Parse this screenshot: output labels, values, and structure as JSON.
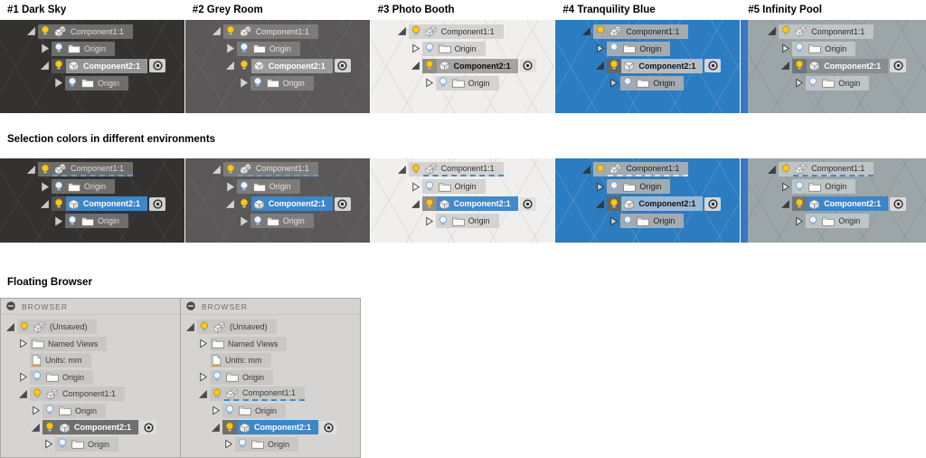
{
  "colors": {
    "selection_blue": "#3d86c8",
    "highlight_dash_blue": "#4f93d8",
    "active_component_grey": "#6f6f6f",
    "env_backgrounds": {
      "dark_sky": "#343231",
      "grey_room": "#5a5858",
      "photo_booth": "#f0efed",
      "tranquility_blue": "#2b7cc1",
      "infinity_pool": "#9ca5a7",
      "infinity_pool_strip": "#3879bd",
      "floating_browser": "#d5d4d2"
    }
  },
  "sections": [
    {
      "name": "environments",
      "panels": [
        {
          "title": "#1 Dark Sky",
          "env": "dark-sky",
          "tree": [
            {
              "depth": 0,
              "expand": "expanded",
              "bulb": "yellow",
              "icon": "component",
              "label": "Component1:1",
              "state": "normal",
              "radio": false
            },
            {
              "depth": 1,
              "expand": "collapsed",
              "bulb": "blue",
              "icon": "folder",
              "label": "Origin",
              "state": "normal",
              "radio": false
            },
            {
              "depth": 1,
              "expand": "expanded",
              "bulb": "yellow",
              "icon": "cube",
              "label": "Component2:1",
              "state": "active",
              "radio": true
            },
            {
              "depth": 2,
              "expand": "collapsed",
              "bulb": "blue",
              "icon": "folder",
              "label": "Origin",
              "state": "normal",
              "radio": false
            }
          ]
        },
        {
          "title": "#2 Grey Room",
          "env": "grey-room",
          "tree": [
            {
              "depth": 0,
              "expand": "expanded",
              "bulb": "yellow",
              "icon": "component",
              "label": "Component1:1",
              "state": "normal",
              "radio": false
            },
            {
              "depth": 1,
              "expand": "collapsed",
              "bulb": "blue",
              "icon": "folder",
              "label": "Origin",
              "state": "normal",
              "radio": false
            },
            {
              "depth": 1,
              "expand": "expanded",
              "bulb": "yellow",
              "icon": "cube",
              "label": "Component2:1",
              "state": "active",
              "radio": true
            },
            {
              "depth": 2,
              "expand": "collapsed",
              "bulb": "blue",
              "icon": "folder",
              "label": "Origin",
              "state": "normal",
              "radio": false
            }
          ]
        },
        {
          "title": "#3 Photo Booth",
          "env": "photo-booth",
          "tree": [
            {
              "depth": 0,
              "expand": "expanded",
              "bulb": "yellow",
              "icon": "component",
              "label": "Component1:1",
              "state": "normal",
              "radio": false
            },
            {
              "depth": 1,
              "expand": "collapsed",
              "bulb": "blue",
              "icon": "folder",
              "label": "Origin",
              "state": "normal",
              "radio": false
            },
            {
              "depth": 1,
              "expand": "expanded",
              "bulb": "yellow",
              "icon": "cube",
              "label": "Component2:1",
              "state": "active",
              "radio": true
            },
            {
              "depth": 2,
              "expand": "collapsed",
              "bulb": "blue",
              "icon": "folder",
              "label": "Origin",
              "state": "normal",
              "radio": false
            }
          ]
        },
        {
          "title": "#4 Tranquility Blue",
          "env": "tranquility-blue",
          "tree": [
            {
              "depth": 0,
              "expand": "expanded",
              "bulb": "yellow",
              "icon": "component",
              "label": "Component1:1",
              "state": "normal",
              "radio": false
            },
            {
              "depth": 1,
              "expand": "collapsed",
              "bulb": "blue",
              "icon": "folder",
              "label": "Origin",
              "state": "normal",
              "radio": false
            },
            {
              "depth": 1,
              "expand": "expanded",
              "bulb": "yellow",
              "icon": "cube",
              "label": "Component2:1",
              "state": "active",
              "radio": true
            },
            {
              "depth": 2,
              "expand": "collapsed",
              "bulb": "blue",
              "icon": "folder",
              "label": "Origin",
              "state": "normal",
              "radio": false
            }
          ]
        },
        {
          "title": "#5 Infinity Pool",
          "env": "infinity-pool",
          "tree": [
            {
              "depth": 0,
              "expand": "expanded",
              "bulb": "yellow",
              "icon": "component",
              "label": "Component1:1",
              "state": "normal",
              "radio": false
            },
            {
              "depth": 1,
              "expand": "collapsed",
              "bulb": "blue",
              "icon": "folder",
              "label": "Origin",
              "state": "normal",
              "radio": false
            },
            {
              "depth": 1,
              "expand": "expanded",
              "bulb": "yellow",
              "icon": "cube",
              "label": "Component2:1",
              "state": "active",
              "radio": true
            },
            {
              "depth": 2,
              "expand": "collapsed",
              "bulb": "blue",
              "icon": "folder",
              "label": "Origin",
              "state": "normal",
              "radio": false
            }
          ]
        }
      ]
    },
    {
      "name": "selection",
      "heading": "Selection colors in different environments",
      "panels": [
        {
          "env": "dark-sky",
          "tree": [
            {
              "depth": 0,
              "expand": "expanded",
              "bulb": "yellow",
              "icon": "component",
              "label": "Component1:1",
              "state": "highlight",
              "radio": false
            },
            {
              "depth": 1,
              "expand": "collapsed",
              "bulb": "blue",
              "icon": "folder",
              "label": "Origin",
              "state": "normal",
              "radio": false
            },
            {
              "depth": 1,
              "expand": "expanded",
              "bulb": "yellow",
              "icon": "cube",
              "label": "Component2:1",
              "state": "selected",
              "radio": true
            },
            {
              "depth": 2,
              "expand": "collapsed",
              "bulb": "blue",
              "icon": "folder",
              "label": "Origin",
              "state": "normal",
              "radio": false
            }
          ]
        },
        {
          "env": "grey-room",
          "tree": [
            {
              "depth": 0,
              "expand": "expanded",
              "bulb": "yellow",
              "icon": "component",
              "label": "Component1:1",
              "state": "highlight",
              "radio": false
            },
            {
              "depth": 1,
              "expand": "collapsed",
              "bulb": "blue",
              "icon": "folder",
              "label": "Origin",
              "state": "normal",
              "radio": false
            },
            {
              "depth": 1,
              "expand": "expanded",
              "bulb": "yellow",
              "icon": "cube",
              "label": "Component2:1",
              "state": "selected",
              "radio": true
            },
            {
              "depth": 2,
              "expand": "collapsed",
              "bulb": "blue",
              "icon": "folder",
              "label": "Origin",
              "state": "normal",
              "radio": false
            }
          ]
        },
        {
          "env": "photo-booth",
          "tree": [
            {
              "depth": 0,
              "expand": "expanded",
              "bulb": "yellow",
              "icon": "component",
              "label": "Component1:1",
              "state": "highlight",
              "radio": false
            },
            {
              "depth": 1,
              "expand": "collapsed",
              "bulb": "blue",
              "icon": "folder",
              "label": "Origin",
              "state": "normal",
              "radio": false
            },
            {
              "depth": 1,
              "expand": "expanded",
              "bulb": "yellow",
              "icon": "cube",
              "label": "Component2:1",
              "state": "selected",
              "radio": true
            },
            {
              "depth": 2,
              "expand": "collapsed",
              "bulb": "blue",
              "icon": "folder",
              "label": "Origin",
              "state": "normal",
              "radio": false
            }
          ]
        },
        {
          "env": "tranquility-blue",
          "tree": [
            {
              "depth": 0,
              "expand": "expanded",
              "bulb": "yellow",
              "icon": "component",
              "label": "Component1:1",
              "state": "highlight",
              "radio": false
            },
            {
              "depth": 1,
              "expand": "collapsed",
              "bulb": "blue",
              "icon": "folder",
              "label": "Origin",
              "state": "normal",
              "radio": false
            },
            {
              "depth": 1,
              "expand": "expanded",
              "bulb": "yellow",
              "icon": "cube",
              "label": "Component2:1",
              "state": "selected",
              "radio": true
            },
            {
              "depth": 2,
              "expand": "collapsed",
              "bulb": "blue",
              "icon": "folder",
              "label": "Origin",
              "state": "normal",
              "radio": false
            }
          ]
        },
        {
          "env": "infinity-pool",
          "tree": [
            {
              "depth": 0,
              "expand": "expanded",
              "bulb": "yellow",
              "icon": "component",
              "label": "Component1:1",
              "state": "highlight",
              "radio": false
            },
            {
              "depth": 1,
              "expand": "collapsed",
              "bulb": "blue",
              "icon": "folder",
              "label": "Origin",
              "state": "normal",
              "radio": false
            },
            {
              "depth": 1,
              "expand": "expanded",
              "bulb": "yellow",
              "icon": "cube",
              "label": "Component2:1",
              "state": "selected",
              "radio": true
            },
            {
              "depth": 2,
              "expand": "collapsed",
              "bulb": "blue",
              "icon": "folder",
              "label": "Origin",
              "state": "normal",
              "radio": false
            }
          ]
        }
      ]
    },
    {
      "name": "floating-browser",
      "heading": "Floating Browser",
      "panels": [
        {
          "env": "browser",
          "header": "BROWSER",
          "tree": [
            {
              "depth": 0,
              "expand": "expanded",
              "bulb": "yellow",
              "icon": "component",
              "label": "(Unsaved)",
              "state": "normal",
              "radio": false
            },
            {
              "depth": 1,
              "expand": "collapsed",
              "bulb": null,
              "icon": "folder",
              "label": "Named Views",
              "state": "normal",
              "radio": false
            },
            {
              "depth": 1,
              "expand": "none",
              "bulb": null,
              "icon": "document",
              "label": "Units: mm",
              "state": "normal",
              "radio": false
            },
            {
              "depth": 1,
              "expand": "collapsed",
              "bulb": "blue",
              "icon": "folder",
              "label": "Origin",
              "state": "normal",
              "radio": false
            },
            {
              "depth": 1,
              "expand": "expanded",
              "bulb": "yellow",
              "icon": "component",
              "label": "Component1:1",
              "state": "normal",
              "radio": false
            },
            {
              "depth": 2,
              "expand": "collapsed",
              "bulb": "blue",
              "icon": "folder",
              "label": "Origin",
              "state": "normal",
              "radio": false
            },
            {
              "depth": 2,
              "expand": "expanded",
              "bulb": "yellow",
              "icon": "cube",
              "label": "Component2:1",
              "state": "active",
              "radio": true
            },
            {
              "depth": 3,
              "expand": "collapsed",
              "bulb": "blue",
              "icon": "folder",
              "label": "Origin",
              "state": "normal",
              "radio": false
            }
          ]
        },
        {
          "env": "browser",
          "header": "BROWSER",
          "tree": [
            {
              "depth": 0,
              "expand": "expanded",
              "bulb": "yellow",
              "icon": "component",
              "label": "(Unsaved)",
              "state": "normal",
              "radio": false
            },
            {
              "depth": 1,
              "expand": "collapsed",
              "bulb": null,
              "icon": "folder",
              "label": "Named Views",
              "state": "normal",
              "radio": false
            },
            {
              "depth": 1,
              "expand": "none",
              "bulb": null,
              "icon": "document",
              "label": "Units: mm",
              "state": "normal",
              "radio": false
            },
            {
              "depth": 1,
              "expand": "collapsed",
              "bulb": "blue",
              "icon": "folder",
              "label": "Origin",
              "state": "normal",
              "radio": false
            },
            {
              "depth": 1,
              "expand": "expanded",
              "bulb": "yellow",
              "icon": "component",
              "label": "Component1:1",
              "state": "highlight",
              "radio": false
            },
            {
              "depth": 2,
              "expand": "collapsed",
              "bulb": "blue",
              "icon": "folder",
              "label": "Origin",
              "state": "normal",
              "radio": false
            },
            {
              "depth": 2,
              "expand": "expanded",
              "bulb": "yellow",
              "icon": "cube",
              "label": "Component2:1",
              "state": "selected",
              "radio": true
            },
            {
              "depth": 3,
              "expand": "collapsed",
              "bulb": "blue",
              "icon": "folder",
              "label": "Origin",
              "state": "normal",
              "radio": false
            }
          ]
        }
      ]
    }
  ]
}
